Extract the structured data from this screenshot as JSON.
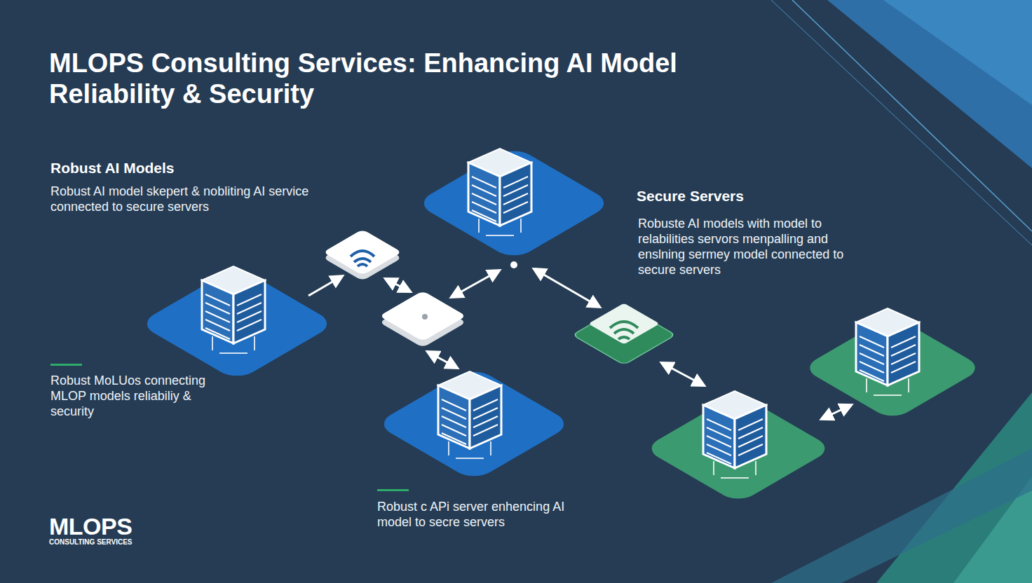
{
  "diagram": {
    "title": "MLOPS Consulting Services: Enhancing AI Model Reliability & Security",
    "labels": [
      "Robust AI Models",
      "Robust AI model skepert & nobliting AI service connected to secure servers",
      "Secure Servers",
      "Robuste AI models with model to relabilities servors menpalling and enslning sermey model connected to secure servers",
      "Robust MoLUos connecting MLOP models reliabiliy & security",
      "Robust c APi server enhencing AI model to secre servers",
      "MLOPS",
      "CONSULTING SERVICES"
    ]
  }
}
